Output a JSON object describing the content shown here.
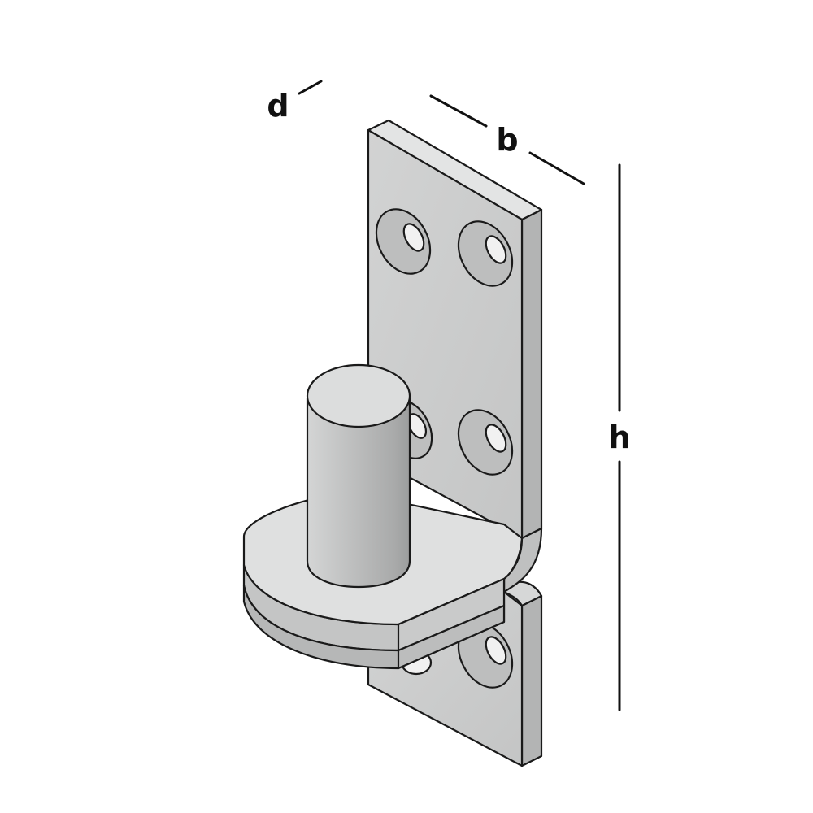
{
  "labels": {
    "depth": "d",
    "width": "b",
    "height": "h"
  },
  "colors": {
    "plate_face": "#cfd0d0",
    "plate_side": "#b5b6b6",
    "plate_top": "#e2e3e3",
    "pin_body": "#c7c8c8",
    "pin_top": "#d9dada",
    "hole_inner": "#f1f1f1",
    "outline": "#1a1a1a"
  }
}
